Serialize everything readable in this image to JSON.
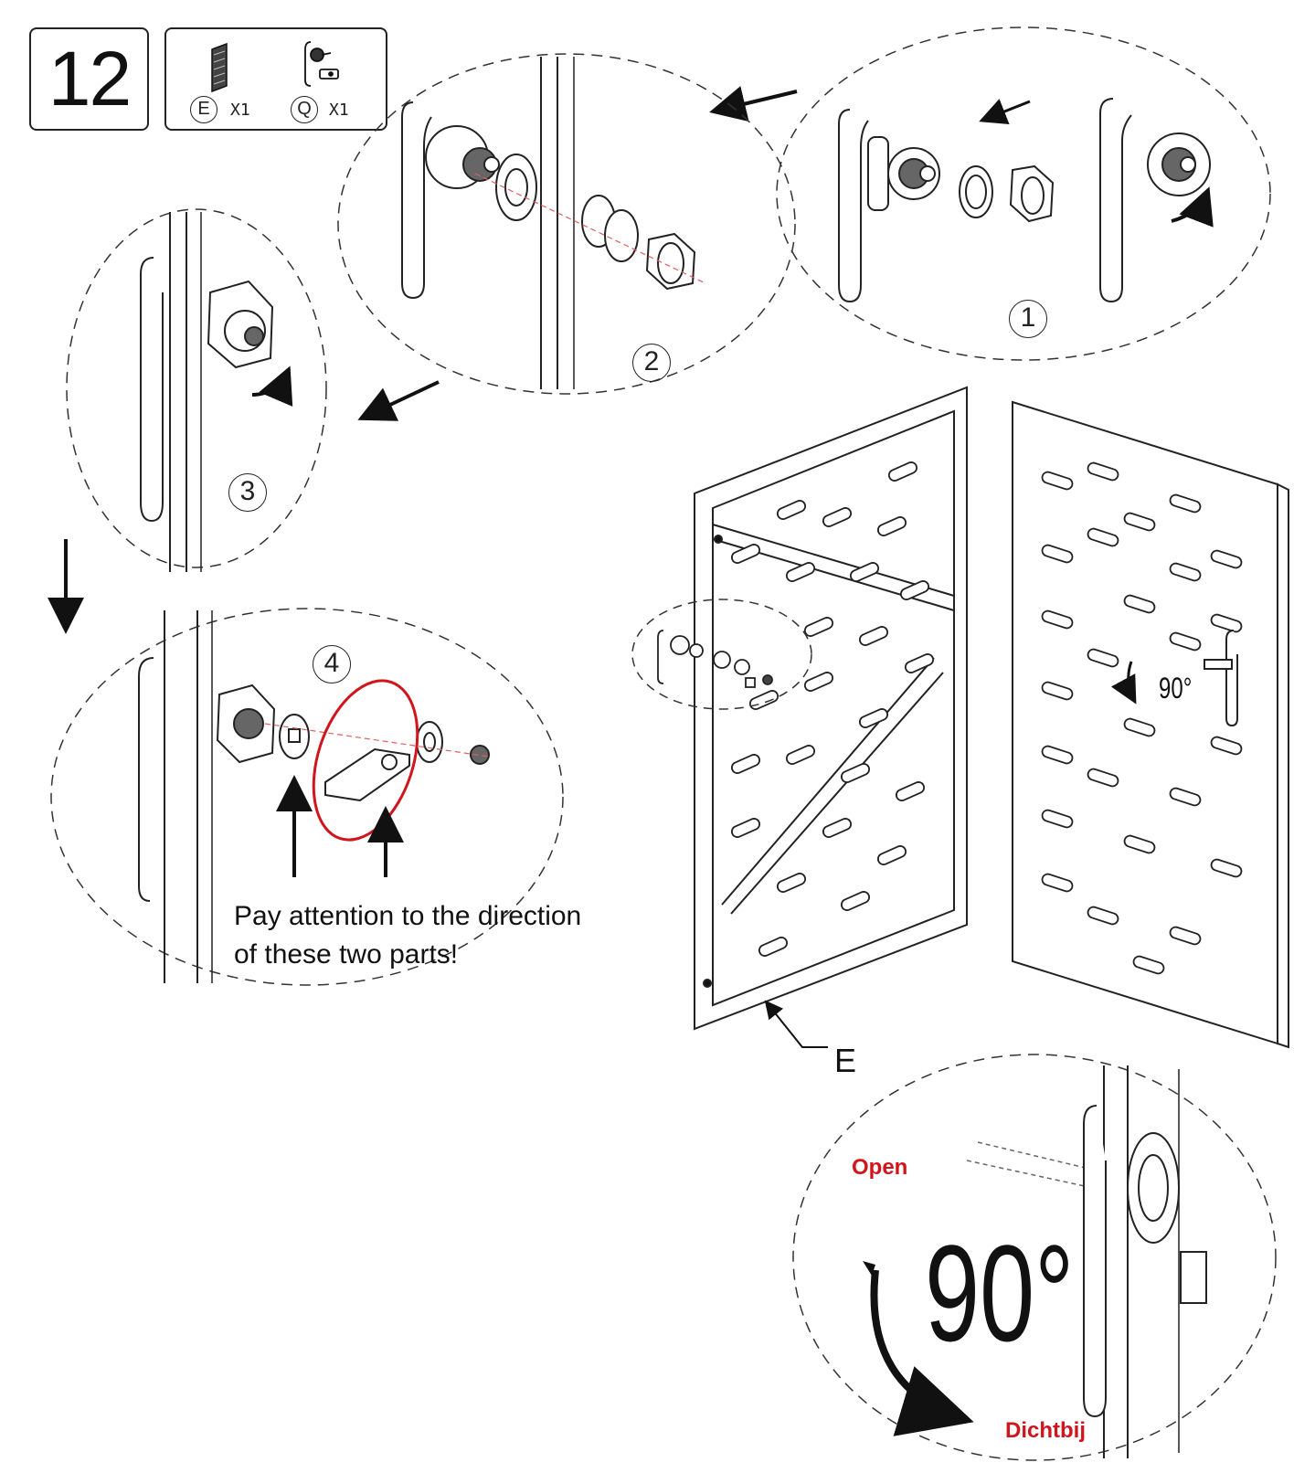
{
  "step": {
    "number": "12"
  },
  "parts": [
    {
      "letter": "E",
      "qty": "X1",
      "icon": "mesh-panel-icon"
    },
    {
      "letter": "Q",
      "qty": "X1",
      "icon": "lock-handle-icon"
    }
  ],
  "callouts": {
    "one": "1",
    "two": "2",
    "three": "3",
    "four": "4"
  },
  "note": {
    "line1": "Pay attention to the direction",
    "line2": "of these two parts!"
  },
  "labels": {
    "part_e": "E",
    "rotation_small": "90°",
    "rotation_big": "90°",
    "open": "Open",
    "close": "Dichtbij"
  },
  "colors": {
    "line": "#222222",
    "highlight": "#d0161c",
    "axis": "#e06060"
  }
}
